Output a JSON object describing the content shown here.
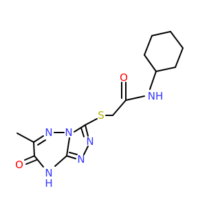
{
  "colors": {
    "carbon": "#000000",
    "nitrogen": "#3333ff",
    "oxygen": "#ff0000",
    "sulfur": "#b2b200",
    "background": "#ffffff"
  },
  "atoms": {
    "amide_n": {
      "label": "N",
      "element": "nitrogen",
      "suffix": "H"
    },
    "carbonyl_o": {
      "label": "O",
      "element": "oxygen"
    },
    "thioether_s": {
      "label": "S",
      "element": "sulfur"
    },
    "ring_n_left_top": {
      "label": "N",
      "element": "nitrogen"
    },
    "ring_n_bridge": {
      "label": "N",
      "element": "nitrogen"
    },
    "ring_n_right_top": {
      "label": "N",
      "element": "nitrogen"
    },
    "ring_n_right_bottom": {
      "label": "N",
      "element": "nitrogen"
    },
    "ring_nh": {
      "label": "N",
      "element": "nitrogen",
      "suffix": "H"
    },
    "keto_o": {
      "label": "O",
      "element": "oxygen"
    }
  }
}
